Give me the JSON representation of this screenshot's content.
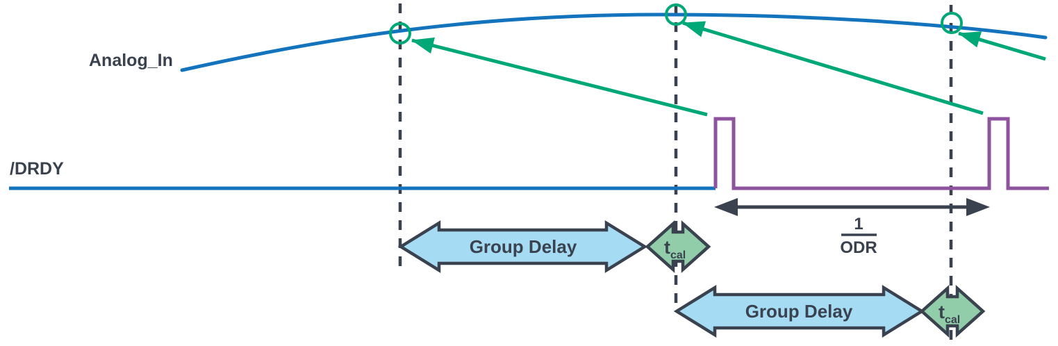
{
  "figure": {
    "background": "#FFFFFF",
    "signals": {
      "analog_in": {
        "label": "Analog_In"
      },
      "drdy": {
        "label": "/DRDY"
      }
    },
    "annotations": {
      "group_delay": "Group Delay",
      "tcal_base": "t",
      "tcal_sub": "cal",
      "odr_numerator": "1",
      "odr_denominator": "ODR"
    },
    "colors": {
      "analog_curve_blue": "#1373BC",
      "drdy_purple": "#8F529F",
      "marker_green": "#00A878",
      "group_delay_fill": "#A6DBF4",
      "tcal_fill": "#90CDA8",
      "outline_dark": "#39424E",
      "none": "none"
    }
  }
}
